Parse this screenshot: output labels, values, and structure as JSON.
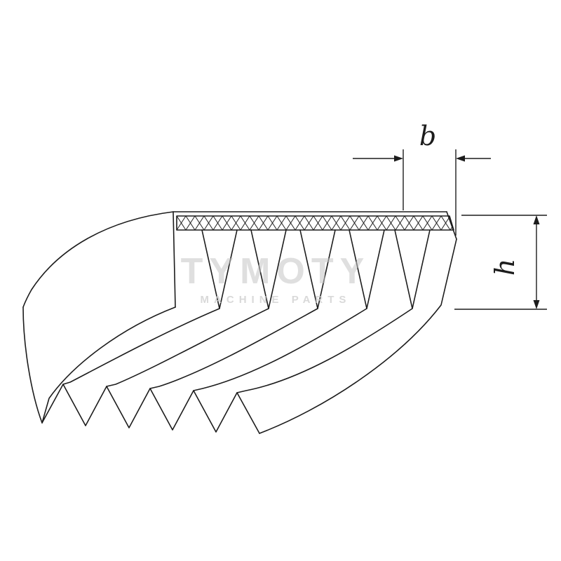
{
  "diagram": {
    "type": "technical-drawing",
    "subject": "Poly-V ribbed belt cross-section with dimension callouts",
    "dimension_labels": {
      "belt_width": "b",
      "belt_height": "h"
    },
    "watermark": {
      "brand": "TYMOTY",
      "tagline": "MACHINE PARTS"
    },
    "colors": {
      "line": "#1c1c1c",
      "watermark": "#c4c4c4",
      "background": "#ffffff"
    },
    "rib_count": 6,
    "groove_count": 5
  }
}
